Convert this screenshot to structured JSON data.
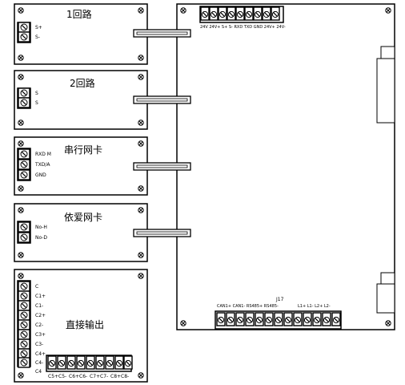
{
  "cards": [
    {
      "title": "1回路",
      "terminals": [
        "S+",
        "S-"
      ]
    },
    {
      "title": "2回路",
      "terminals": [
        "S",
        "S"
      ]
    },
    {
      "title": "串行网卡",
      "terminals": [
        "RXD M",
        "TXD/A",
        "GND"
      ]
    },
    {
      "title": "依爱网卡",
      "terminals": [
        "No-H",
        "No-D"
      ]
    },
    {
      "title": "直接输出",
      "side_terminals": [
        "C",
        "C1+",
        "C1-",
        "C2+",
        "C2-",
        "C3+",
        "C3-",
        "C4+",
        "C4-",
        "C4"
      ],
      "bottom_terminals": [
        "C5+",
        "C5-",
        "C6+",
        "C6-",
        "C7+",
        "C7-",
        "C8+",
        "C8-"
      ]
    }
  ],
  "mainboard": {
    "top_terminal_label": "24V 24V+ S+ S- RXD TXD GND 24V+ 24V-",
    "bottom_header": "J17",
    "bottom_terminal_label_left": "CAN1+ CAN1- RS485+ RS485-",
    "bottom_terminal_label_right": "L1+ L1- L2+ L2-"
  }
}
